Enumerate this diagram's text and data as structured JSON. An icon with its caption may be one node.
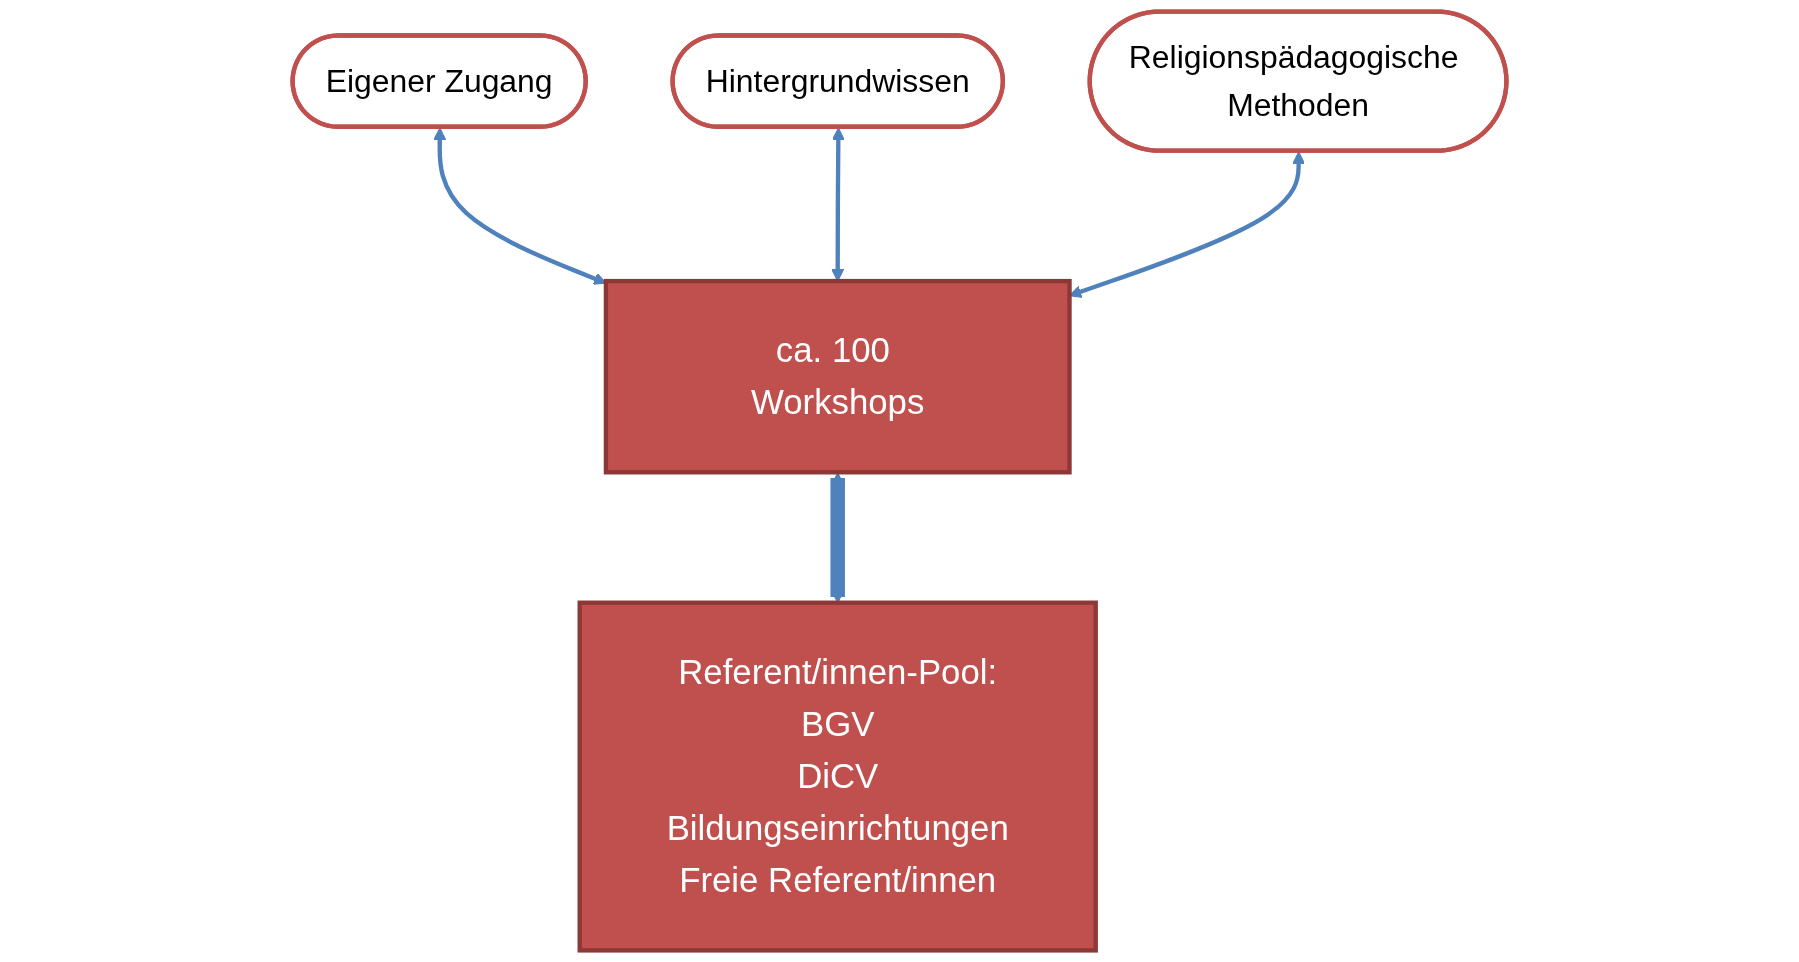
{
  "diagram": {
    "nodes": [
      {
        "text": [
          "Eigener Zugang"
        ]
      },
      {
        "text": [
          "Hintergrundwissen"
        ]
      },
      {
        "text": [
          "Religionspädagogische Methoden"
        ]
      },
      {
        "text": [
          "ca. 100 Workshops"
        ]
      },
      {
        "text": [
          "Referent/innen-Pool:",
          "BGV",
          "DiCV",
          "Bildungseinrichtungen",
          "Freie Referent/innen"
        ]
      }
    ],
    "edges": [
      {
        "from": 0,
        "to": 3,
        "arrow": "both"
      },
      {
        "from": 1,
        "to": 3,
        "arrow": "both"
      },
      {
        "from": 2,
        "to": 3,
        "arrow": "both"
      },
      {
        "from": 3,
        "to": 4,
        "arrow": "both",
        "style": "thick"
      }
    ]
  }
}
